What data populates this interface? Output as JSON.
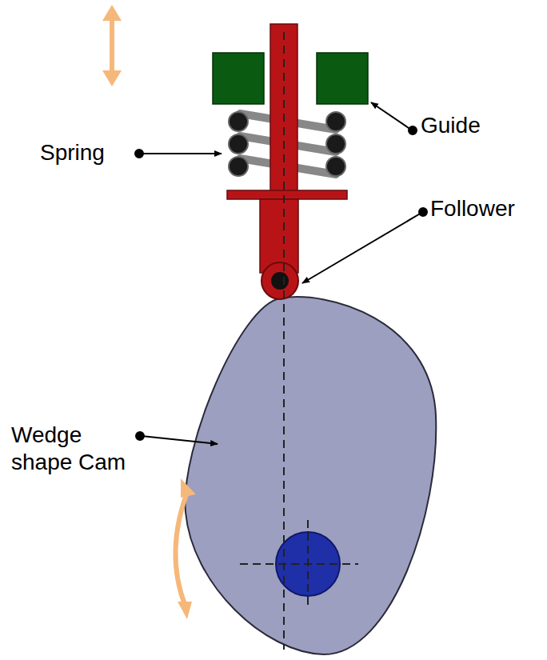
{
  "diagram": {
    "labels": [
      "Guide",
      "Spring",
      "Follower",
      "Wedge shape Cam"
    ]
  }
}
